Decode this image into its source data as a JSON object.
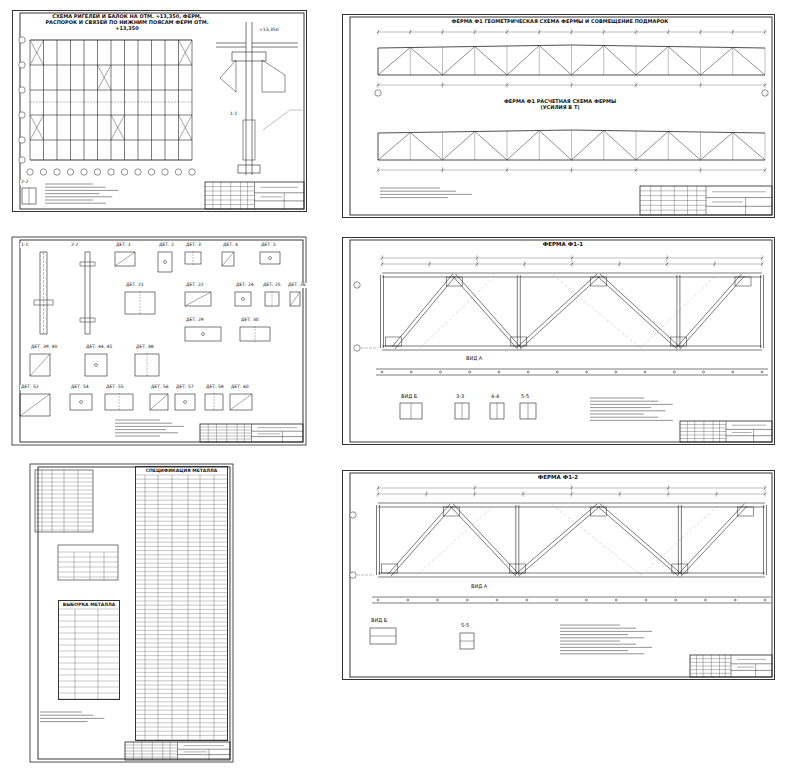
{
  "diagram": {
    "nodes": [
      {
        "text": [
          "СХЕМА РИГЕЛЕЙ И БАЛОК НА ОТМ. +13,350, ФЕРМ, РАСПОРОК И СВЯЗЕЙ ПО НИЖНИМ ПОЯСАМ ФЕРМ ОТМ. +13,350"
        ]
      },
      {
        "text": [
          "ФЕРМА Ф1 ГЕОМЕТРИЧЕСКАЯ СХЕМА ФЕРМЫ И СОВМЕЩЕНИЕ ПОДМАРОК",
          "ФЕРМА Ф1 РАСЧЕТНАЯ СХЕМА ФЕРМЫ (УСИЛИЯ В Т)"
        ]
      },
      {
        "text": [
          "ФЕРМА Ф1-1"
        ]
      },
      {
        "text": [
          "СПЕЦИФИКАЦИЯ МЕТАЛЛА"
        ]
      },
      {
        "text": [
          "ВЫБОРКА МЕТАЛЛА"
        ]
      },
      {
        "text": [
          "ФЕРМА Ф1-2"
        ]
      }
    ],
    "labels": [
      "1-1",
      "2-2",
      "+13,350",
      "1-1",
      "2-2",
      "ДЕТ. 1",
      "ДЕТ. 2",
      "ДЕТ. 3",
      "ДЕТ. 4",
      "ДЕТ. 5",
      "ДЕТ. 21",
      "ДЕТ. 22",
      "ДЕТ. 24",
      "ДЕТ. 25",
      "ДЕТ. 26",
      "ДЕТ. 29",
      "ДЕТ. 30",
      "ДЕТ. 39, 40",
      "ДЕТ. 44, 45",
      "ДЕТ. 48",
      "ДЕТ. 52",
      "ДЕТ. 54",
      "ДЕТ. 55",
      "ДЕТ. 56",
      "ДЕТ. 57",
      "ДЕТ. 58",
      "ДЕТ. 60",
      "ВИД А",
      "ВИД Б",
      "3-3",
      "4-4",
      "5-5",
      "ВИД А",
      "ВИД Б",
      "5-5"
    ]
  }
}
